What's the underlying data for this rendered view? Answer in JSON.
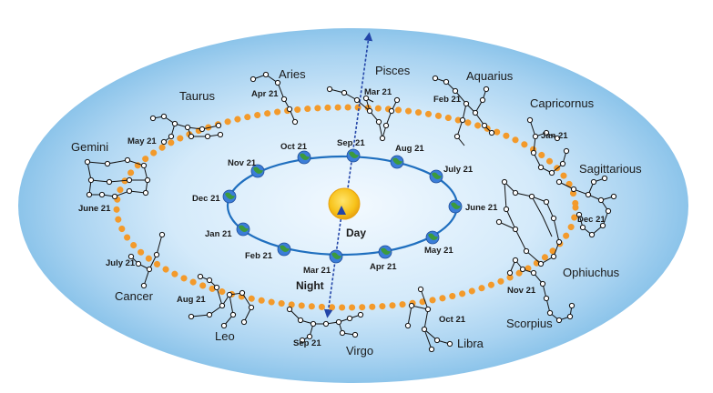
{
  "constellations": [
    {
      "name": "Aries",
      "date": "Apr 21"
    },
    {
      "name": "Pisces",
      "date": "Mar 21"
    },
    {
      "name": "Aquarius",
      "date": "Feb 21"
    },
    {
      "name": "Capricornus",
      "date": "Jan 21"
    },
    {
      "name": "Sagittarious",
      "date": "Dec 21"
    },
    {
      "name": "Ophiuchus",
      "date": ""
    },
    {
      "name": "Scorpius",
      "date": "Nov 21"
    },
    {
      "name": "Libra",
      "date": "Oct 21"
    },
    {
      "name": "Virgo",
      "date": "Sep 21"
    },
    {
      "name": "Leo",
      "date": "Aug 21"
    },
    {
      "name": "Cancer",
      "date": "July 21"
    },
    {
      "name": "Gemini",
      "date": "June 21"
    },
    {
      "name": "Taurus",
      "date": "May 21"
    }
  ],
  "earth_positions": [
    "Sep 21",
    "Aug 21",
    "July 21",
    "June 21",
    "May 21",
    "Apr 21",
    "Mar 21",
    "Feb 21",
    "Jan 21",
    "Dec 21",
    "Nov 21",
    "Oct 21"
  ],
  "labels": {
    "day": "Day",
    "night": "Night"
  },
  "colors": {
    "sky": "#8cc4ea",
    "ecliptic_dots": "#f39a2b",
    "orbit": "#1f6fbf",
    "sun": "#f7c21a",
    "arrow": "#2345a8",
    "earth_land": "#3c9a3c",
    "earth_sea": "#3b7dd8"
  }
}
